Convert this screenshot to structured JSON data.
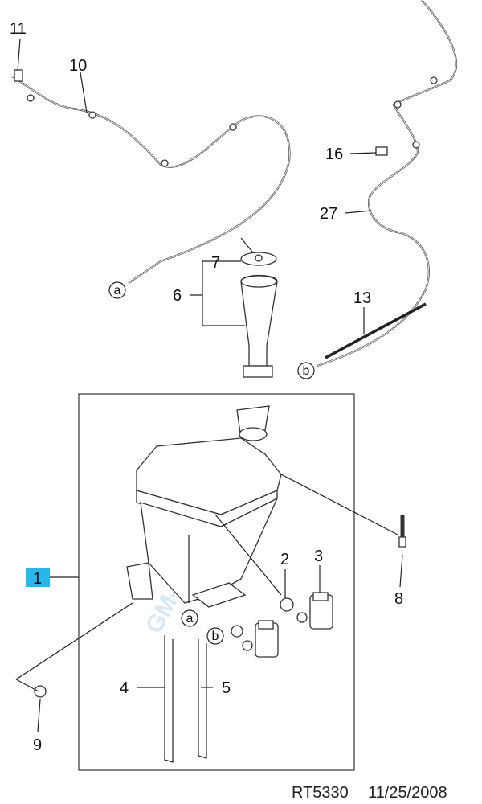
{
  "diagram": {
    "callouts": {
      "c1": "1",
      "c2": "2",
      "c3": "3",
      "c4": "4",
      "c5": "5",
      "c6": "6",
      "c7": "7",
      "c8": "8",
      "c9": "9",
      "c10": "10",
      "c11": "11",
      "c13": "13",
      "c16": "16",
      "c27": "27"
    },
    "connectors": {
      "a": "a",
      "b": "b"
    },
    "highlight_color": "#29b6e8",
    "watermark": "GM-CITY.RU"
  },
  "footer": {
    "code": "RT5330",
    "date": "11/25/2008"
  }
}
